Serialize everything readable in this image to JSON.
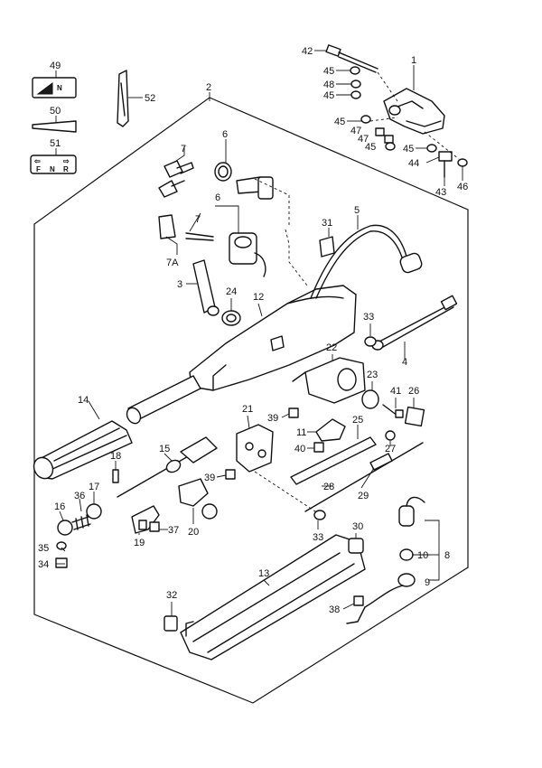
{
  "callouts": [
    {
      "id": "c42",
      "text": "42"
    },
    {
      "id": "c45a",
      "text": "45"
    },
    {
      "id": "c48",
      "text": "48"
    },
    {
      "id": "c45b",
      "text": "45"
    },
    {
      "id": "c1",
      "text": "1"
    },
    {
      "id": "c45c",
      "text": "45"
    },
    {
      "id": "c47a",
      "text": "47"
    },
    {
      "id": "c47b",
      "text": "47"
    },
    {
      "id": "c45d",
      "text": "45"
    },
    {
      "id": "c45e",
      "text": "45"
    },
    {
      "id": "c44",
      "text": "44"
    },
    {
      "id": "c43",
      "text": "43"
    },
    {
      "id": "c46",
      "text": "46"
    },
    {
      "id": "c49",
      "text": "49"
    },
    {
      "id": "c52",
      "text": "52"
    },
    {
      "id": "c2",
      "text": "2"
    },
    {
      "id": "c50",
      "text": "50"
    },
    {
      "id": "c51",
      "text": "51"
    },
    {
      "id": "c6a",
      "text": "6"
    },
    {
      "id": "c7a",
      "text": "7"
    },
    {
      "id": "c6b",
      "text": "6"
    },
    {
      "id": "c7b",
      "text": "7"
    },
    {
      "id": "c31",
      "text": "31"
    },
    {
      "id": "c5",
      "text": "5"
    },
    {
      "id": "c7A",
      "text": "7A"
    },
    {
      "id": "c3",
      "text": "3"
    },
    {
      "id": "c24",
      "text": "24"
    },
    {
      "id": "c12",
      "text": "12"
    },
    {
      "id": "c33a",
      "text": "33"
    },
    {
      "id": "c4",
      "text": "4"
    },
    {
      "id": "c22",
      "text": "22"
    },
    {
      "id": "c23",
      "text": "23"
    },
    {
      "id": "c41",
      "text": "41"
    },
    {
      "id": "c26",
      "text": "26"
    },
    {
      "id": "c14",
      "text": "14"
    },
    {
      "id": "c21",
      "text": "21"
    },
    {
      "id": "c39a",
      "text": "39"
    },
    {
      "id": "c11",
      "text": "11"
    },
    {
      "id": "c25",
      "text": "25"
    },
    {
      "id": "c27",
      "text": "27"
    },
    {
      "id": "c40",
      "text": "40"
    },
    {
      "id": "c18",
      "text": "18"
    },
    {
      "id": "c15",
      "text": "15"
    },
    {
      "id": "c39b",
      "text": "39"
    },
    {
      "id": "c28",
      "text": "28"
    },
    {
      "id": "c29",
      "text": "29"
    },
    {
      "id": "c17",
      "text": "17"
    },
    {
      "id": "c36",
      "text": "36"
    },
    {
      "id": "c16",
      "text": "16"
    },
    {
      "id": "c37",
      "text": "37"
    },
    {
      "id": "c19",
      "text": "19"
    },
    {
      "id": "c20",
      "text": "20"
    },
    {
      "id": "c33b",
      "text": "33"
    },
    {
      "id": "c30",
      "text": "30"
    },
    {
      "id": "c10",
      "text": "10"
    },
    {
      "id": "c8",
      "text": "8"
    },
    {
      "id": "c9",
      "text": "9"
    },
    {
      "id": "c35",
      "text": "35"
    },
    {
      "id": "c34",
      "text": "34"
    },
    {
      "id": "c13",
      "text": "13"
    },
    {
      "id": "c32",
      "text": "32"
    },
    {
      "id": "c38",
      "text": "38"
    }
  ],
  "decals": {
    "neutral_letter": "N",
    "shift_left_arrow": "⇦",
    "shift_forward": "F",
    "shift_neutral": "N",
    "shift_reverse": "R",
    "shift_right_arrow": "⇨"
  }
}
